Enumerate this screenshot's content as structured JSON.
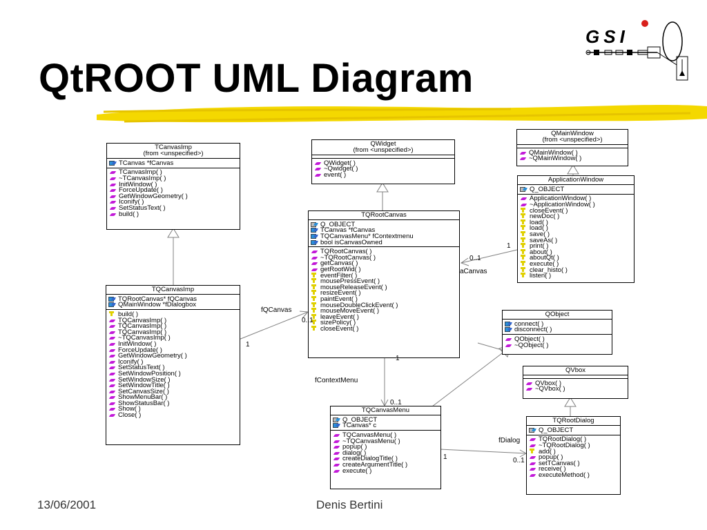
{
  "title": "QtROOT UML Diagram",
  "logo": {
    "text": "GSI"
  },
  "footer": {
    "date": "13/06/2001",
    "author": "Denis Bertini"
  },
  "classes": {
    "tcanvasimp": {
      "name": "TCanvasImp",
      "stereo": "(from <unspecified>)",
      "attrs": [
        {
          "icon": "attr",
          "text": "TCanvas *fCanvas"
        }
      ],
      "ops": [
        {
          "icon": "op",
          "text": "TCanvasImp( )"
        },
        {
          "icon": "op",
          "text": "~TCanvasImp( )"
        },
        {
          "icon": "op",
          "text": "InitWindow( )"
        },
        {
          "icon": "op",
          "text": "ForceUpdate( )"
        },
        {
          "icon": "op",
          "text": "GetWindowGeometry( )"
        },
        {
          "icon": "op",
          "text": "Iconify( )"
        },
        {
          "icon": "op",
          "text": "SetStatusText( )"
        },
        {
          "icon": "op",
          "text": "build( )"
        }
      ]
    },
    "qwidget": {
      "name": "QWidget",
      "stereo": "(from <unspecified>)",
      "ops": [
        {
          "icon": "op",
          "text": "QWidget( )"
        },
        {
          "icon": "op",
          "text": "~Qwidget( )"
        },
        {
          "icon": "op",
          "text": "event( )"
        }
      ]
    },
    "qmainwindow": {
      "name": "QMainWindow",
      "stereo": "(from <unspecified>)",
      "ops": [
        {
          "icon": "op",
          "text": "QMainWindow( )"
        },
        {
          "icon": "op",
          "text": "~QMainWindow( )"
        }
      ]
    },
    "applicationwindow": {
      "name": "ApplicationWindow",
      "attrs": [
        {
          "icon": "key",
          "text": "Q_OBJECT"
        }
      ],
      "ops": [
        {
          "icon": "op",
          "text": "ApplicationWindow( )"
        },
        {
          "icon": "op",
          "text": "~ApplicationWindow( )"
        },
        {
          "icon": "prot",
          "text": "closeEvent( )"
        },
        {
          "icon": "prot",
          "text": "newDoc( )"
        },
        {
          "icon": "prot",
          "text": "load( )"
        },
        {
          "icon": "prot",
          "text": "load( )"
        },
        {
          "icon": "prot",
          "text": "save( )"
        },
        {
          "icon": "prot",
          "text": "saveAs( )"
        },
        {
          "icon": "prot",
          "text": "print( )"
        },
        {
          "icon": "prot",
          "text": "about( )"
        },
        {
          "icon": "prot",
          "text": "aboutQt( )"
        },
        {
          "icon": "prot",
          "text": "execute( )"
        },
        {
          "icon": "prot",
          "text": "clear_histo( )"
        },
        {
          "icon": "prot",
          "text": "listen( )"
        }
      ]
    },
    "tqrootcanvas": {
      "name": "TQRootCanvas",
      "attrs": [
        {
          "icon": "key",
          "text": "Q_OBJECT"
        },
        {
          "icon": "attr",
          "text": "TCanvas *fCanvas"
        },
        {
          "icon": "attr",
          "text": "TQCanvasMenu* fContextmenu"
        },
        {
          "icon": "attr",
          "text": "bool isCanvasOwned"
        }
      ],
      "ops": [
        {
          "icon": "op",
          "text": "TQRootCanvas( )"
        },
        {
          "icon": "op",
          "text": "~TQRootCanvas( )"
        },
        {
          "icon": "op",
          "text": "getCanvas( )"
        },
        {
          "icon": "op",
          "text": "getRootWid( )"
        },
        {
          "icon": "prot",
          "text": "eventFilter( )"
        },
        {
          "icon": "prot",
          "text": "mousePressEvent( )"
        },
        {
          "icon": "prot",
          "text": "mouseReleaseEvent( )"
        },
        {
          "icon": "prot",
          "text": "resizeEvent( )"
        },
        {
          "icon": "prot",
          "text": "paintEvent( )"
        },
        {
          "icon": "prot",
          "text": "mouseDoubleClickEvent( )"
        },
        {
          "icon": "prot",
          "text": "mouseMoveEvent( )"
        },
        {
          "icon": "prot",
          "text": "leaveEvent( )"
        },
        {
          "icon": "prot",
          "text": "sizePolicy( )"
        },
        {
          "icon": "prot",
          "text": "closeEvent( )"
        }
      ]
    },
    "tqcanvasimp": {
      "name": "TQCanvasImp",
      "attrs": [
        {
          "icon": "attr",
          "text": "TQRootCanvas* fQCanvas"
        },
        {
          "icon": "attr",
          "text": "QMainWindow *fDialogbox"
        }
      ],
      "ops": [
        {
          "icon": "prot",
          "text": "build( )"
        },
        {
          "icon": "op",
          "text": "TQCanvasImp( )"
        },
        {
          "icon": "op",
          "text": "TQCanvasImp( )"
        },
        {
          "icon": "op",
          "text": "TQCanvasImp( )"
        },
        {
          "icon": "op",
          "text": "~TQCanvasImp( )"
        },
        {
          "icon": "op",
          "text": "InitWindow( )"
        },
        {
          "icon": "op",
          "text": "ForceUpdate( )"
        },
        {
          "icon": "op",
          "text": "GetWindowGeometry( )"
        },
        {
          "icon": "op",
          "text": "Iconify( )"
        },
        {
          "icon": "op",
          "text": "SetStatusText( )"
        },
        {
          "icon": "op",
          "text": "SetWindowPosition( )"
        },
        {
          "icon": "op",
          "text": "SetWindowSize( )"
        },
        {
          "icon": "op",
          "text": "SetWindowTitle( )"
        },
        {
          "icon": "op",
          "text": "SetCanvasSize( )"
        },
        {
          "icon": "op",
          "text": "ShowMenuBar( )"
        },
        {
          "icon": "op",
          "text": "ShowStatusBar( )"
        },
        {
          "icon": "op",
          "text": "Show( )"
        },
        {
          "icon": "op",
          "text": "Close( )"
        }
      ]
    },
    "qobject": {
      "name": "QObject",
      "attrs": [
        {
          "icon": "attr",
          "text": "connect( )"
        },
        {
          "icon": "attr",
          "text": "disconnect( )"
        }
      ],
      "ops": [
        {
          "icon": "op",
          "text": "QObject( )"
        },
        {
          "icon": "op",
          "text": "~QObject( )"
        }
      ]
    },
    "qvbox": {
      "name": "QVbox",
      "ops": [
        {
          "icon": "op",
          "text": "QVbox( )"
        },
        {
          "icon": "op",
          "text": "~QVbox( )"
        }
      ]
    },
    "tqcanvasmenu": {
      "name": "TQCanvasMenu",
      "attrs": [
        {
          "icon": "key",
          "text": "Q_OBJECT"
        },
        {
          "icon": "attr",
          "text": "TCanvas* c"
        }
      ],
      "ops": [
        {
          "icon": "op",
          "text": "TQCanvasMenu( )"
        },
        {
          "icon": "op",
          "text": "~TQCanvasMenu( )"
        },
        {
          "icon": "op",
          "text": "popup( )"
        },
        {
          "icon": "op",
          "text": "dialog( )"
        },
        {
          "icon": "op",
          "text": "createDialogTitle( )"
        },
        {
          "icon": "op",
          "text": "createArgumentTitle( )"
        },
        {
          "icon": "op",
          "text": "execute( )"
        }
      ]
    },
    "tqrootdialog": {
      "name": "TQRootDialog",
      "attrs": [
        {
          "icon": "key",
          "text": "Q_OBJECT"
        }
      ],
      "ops": [
        {
          "icon": "op",
          "text": "TQRootDialog( )"
        },
        {
          "icon": "op",
          "text": "~TQRootDialog( )"
        },
        {
          "icon": "prot",
          "text": "add( )"
        },
        {
          "icon": "op",
          "text": "popup( )"
        },
        {
          "icon": "op",
          "text": "setTCanvas( )"
        },
        {
          "icon": "op",
          "text": "receive( )"
        },
        {
          "icon": "op",
          "text": "executeMethod( )"
        }
      ]
    }
  },
  "labels": {
    "fqcanvas": "fQCanvas",
    "fqcanvas_mult": "0..1",
    "tqcanvasimp_mult": "1",
    "acanvas": "aCanvas",
    "acanvas_mult_a": "0..1",
    "acanvas_mult_b": "1",
    "fcontextmenu": "fContextMenu",
    "ctx_mult_a": "1",
    "ctx_mult_b": "0..1",
    "fdialog": "fDialog",
    "dialog_mult_a": "1",
    "dialog_mult_b": "0..1"
  }
}
